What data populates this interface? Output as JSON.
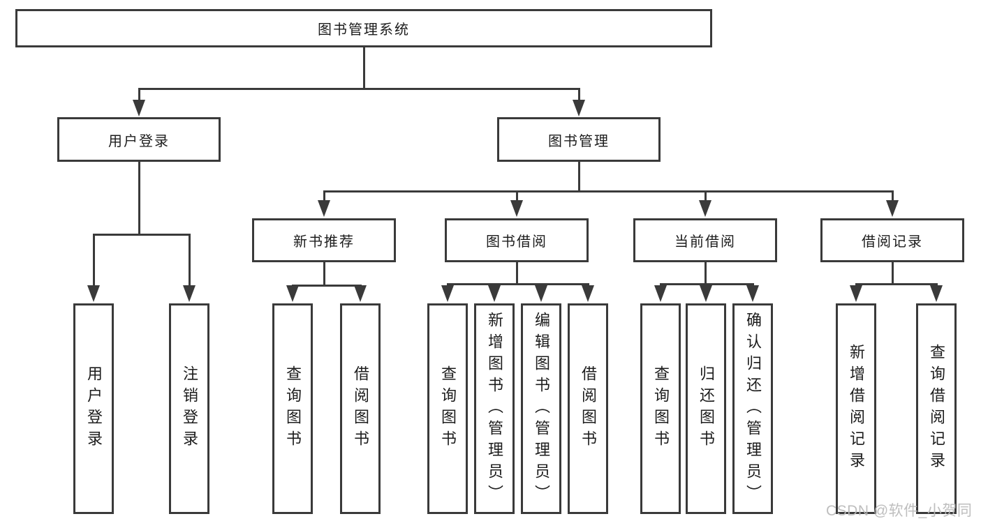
{
  "tree": {
    "root": "图书管理系统",
    "level2": [
      "用户登录",
      "图书管理"
    ],
    "level3": [
      "新书推荐",
      "图书借阅",
      "当前借阅",
      "借阅记录"
    ],
    "leaves": {
      "login": [
        "用户登录",
        "注销登录"
      ],
      "recommend": [
        "查询图书",
        "借阅图书"
      ],
      "borrow": [
        "查询图书",
        "新增图书（管理员）",
        "编辑图书（管理员）",
        "借阅图书"
      ],
      "current": [
        "查询图书",
        "归还图书",
        "确认归还（管理员）"
      ],
      "records": [
        "新增借阅记录",
        "查询借阅记录"
      ]
    }
  },
  "watermark": "CSDN @软件_小贺同学",
  "colors": {
    "line": "#3a3a3a",
    "text": "#1c1c1c",
    "watermark": "#b9b9b9",
    "background": "#ffffff"
  }
}
